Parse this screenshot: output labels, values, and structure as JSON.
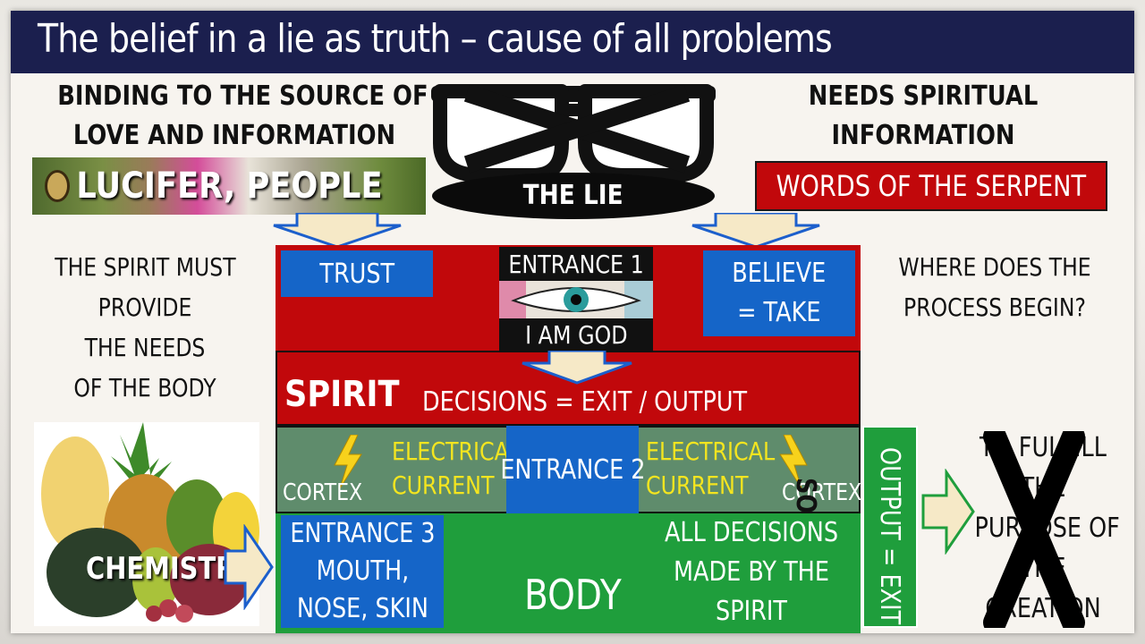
{
  "title": "The belief in a lie as truth – cause of all problems",
  "left_heading": [
    "BINDING TO THE SOURCE OF",
    "LOVE AND INFORMATION"
  ],
  "right_heading": [
    "NEEDS SPIRITUAL",
    "INFORMATION"
  ],
  "lucifer_banner": "LUCIFER, PEOPLE",
  "glasses_label": "THE LIE",
  "serpent_banner": "WORDS OF THE SERPENT",
  "left_note": [
    "THE SPIRIT MUST",
    "PROVIDE",
    "THE NEEDS",
    "OF THE BODY"
  ],
  "right_note": [
    "WHERE DOES THE",
    "PROCESS BEGIN?"
  ],
  "trust_label": "TRUST",
  "entrance1_label": "ENTRANCE 1",
  "iamgod_label": "I AM GOD",
  "believe_label": [
    "BELIEVE",
    "= TAKE"
  ],
  "spirit_label": "SPIRIT",
  "decisions_label": "DECISIONS = EXIT / OUTPUT",
  "soul_label": "SOUL",
  "electrical_left": [
    "ELECTRICAL",
    "CURRENT"
  ],
  "electrical_right": [
    "ELECTRICAL",
    "CURRENT"
  ],
  "cortex_left": "CORTEX",
  "cortex_right": "CORTEX",
  "entrance2_label": "ENTRANCE 2",
  "entrance3_label": [
    "ENTRANCE 3",
    "MOUTH,",
    "NOSE, SKIN"
  ],
  "body_label": "BODY",
  "all_decisions_label": [
    "ALL DECISIONS",
    "MADE BY THE",
    "SPIRIT"
  ],
  "chemistry_label": "CHEMISTRY",
  "output_exit_label": "OUTPUT = EXIT",
  "fulfill_label": [
    "TO FULFILL",
    "THE",
    "PURPOSE OF",
    "THE",
    "CREATION"
  ],
  "colors": {
    "title_bar": "#1b1f4e",
    "red": "#c1080b",
    "blue": "#1565c8",
    "green": "#1f9e3c",
    "soul_band": "#5f8c6c",
    "highlight": "#f4e51f"
  }
}
